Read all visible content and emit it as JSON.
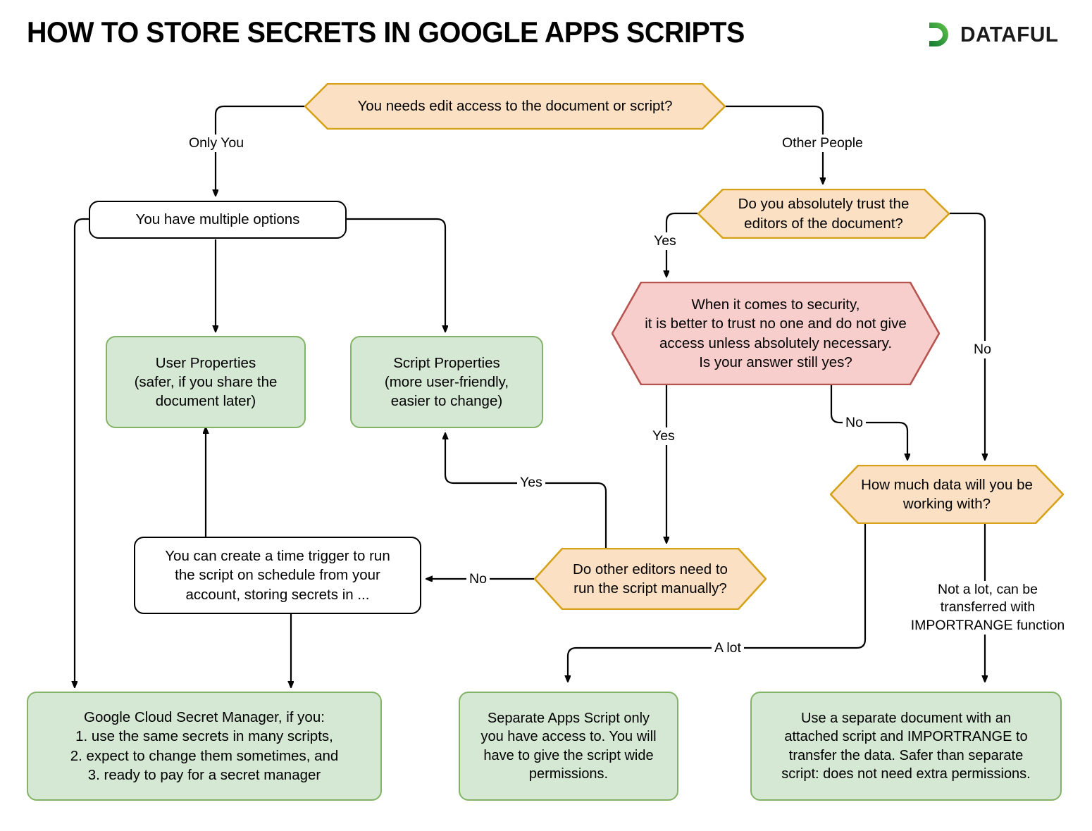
{
  "header": {
    "title": "HOW TO STORE SECRETS IN GOOGLE APPS SCRIPTS",
    "logo_text": "DATAFUL",
    "logo_icon": "dataful-d-mark-icon",
    "logo_color_start": "#4caf3f",
    "logo_color_end": "#0f7a34"
  },
  "theme": {
    "hex_fill": "#fbe0c3",
    "hex_stroke": "#d6a21a",
    "warn_fill": "#f8cecc",
    "warn_stroke": "#b85450",
    "green_fill": "#d5e8d4",
    "green_stroke": "#82b366",
    "rect_fill": "#ffffff",
    "rect_stroke": "#000000",
    "edge_color": "#000000"
  },
  "chart_data": {
    "type": "diagram",
    "title": "HOW TO STORE SECRETS IN GOOGLE APPS SCRIPTS",
    "nodes": [
      {
        "id": "q_access",
        "shape": "hexagon",
        "style": "decision",
        "text": "You needs edit access to the document or script?"
      },
      {
        "id": "multi",
        "shape": "rounded",
        "style": "process",
        "text": "You have multiple options"
      },
      {
        "id": "user_props",
        "shape": "rounded",
        "style": "outcome",
        "text": "User Properties\n(safer, if you share the\ndocument later)"
      },
      {
        "id": "script_props",
        "shape": "rounded",
        "style": "outcome",
        "text": "Script Properties\n(more user-friendly,\neasier to change)"
      },
      {
        "id": "time_trigger",
        "shape": "rounded",
        "style": "process",
        "text": "You can create a time trigger to run\nthe script on schedule from your\naccount, storing secrets in ..."
      },
      {
        "id": "gcsm",
        "shape": "rounded",
        "style": "outcome",
        "text": "Google Cloud Secret Manager, if you:\n1. use the same secrets in many scripts,\n2. expect to change them sometimes, and\n3. ready to pay for a secret manager"
      },
      {
        "id": "q_trust",
        "shape": "hexagon",
        "style": "decision",
        "text": "Do you absolutely trust the\neditors of the document?"
      },
      {
        "id": "warn_trust",
        "shape": "hexagon",
        "style": "warning",
        "text": "When it comes to security,\nit is better to trust no one and do not give\naccess unless absolutely necessary.\nIs your answer still yes?"
      },
      {
        "id": "q_manual",
        "shape": "hexagon",
        "style": "decision",
        "text": "Do other editors need to\nrun the script manually?"
      },
      {
        "id": "q_data",
        "shape": "hexagon",
        "style": "decision",
        "text": "How much data will you be\nworking with?"
      },
      {
        "id": "sep_script",
        "shape": "rounded",
        "style": "outcome",
        "text": "Separate Apps Script only\nyou have access to.  You will\nhave to give the script wide\npermissions."
      },
      {
        "id": "sep_doc",
        "shape": "rounded",
        "style": "outcome",
        "text": "Use a separate document with an\nattached script and IMPORTRANGE to\ntransfer the data.  Safer than separate\nscript: does not need extra permissions."
      }
    ],
    "edges": [
      {
        "from": "q_access",
        "to": "multi",
        "label": "Only You"
      },
      {
        "from": "q_access",
        "to": "q_trust",
        "label": "Other People"
      },
      {
        "from": "multi",
        "to": "user_props",
        "label": ""
      },
      {
        "from": "multi",
        "to": "script_props",
        "label": ""
      },
      {
        "from": "multi",
        "to": "gcsm",
        "label": ""
      },
      {
        "from": "time_trigger",
        "to": "user_props",
        "label": ""
      },
      {
        "from": "time_trigger",
        "to": "gcsm",
        "label": ""
      },
      {
        "from": "q_trust",
        "to": "warn_trust",
        "label": "Yes"
      },
      {
        "from": "q_trust",
        "to": "q_data",
        "label": "No"
      },
      {
        "from": "warn_trust",
        "to": "q_manual",
        "label": "Yes"
      },
      {
        "from": "warn_trust",
        "to": "q_data",
        "label": "No"
      },
      {
        "from": "q_manual",
        "to": "script_props",
        "label": "Yes"
      },
      {
        "from": "q_manual",
        "to": "time_trigger",
        "label": "No"
      },
      {
        "from": "q_data",
        "to": "sep_script",
        "label": "A lot"
      },
      {
        "from": "q_data",
        "to": "sep_doc",
        "label": "Not a lot, can be\ntransferred with\nIMPORTRANGE function"
      }
    ]
  },
  "nodes": {
    "q_access": {
      "text": "You needs edit access to the document or script?"
    },
    "multi": {
      "text": "You have multiple options"
    },
    "user_props": {
      "text": "User Properties\n(safer, if you share the\ndocument later)"
    },
    "script_props": {
      "text": "Script Properties\n(more user-friendly,\neasier to change)"
    },
    "time_trigger": {
      "text": "You can create a time trigger to run\nthe script on schedule from your\naccount, storing secrets in ..."
    },
    "gcsm": {
      "text": "Google Cloud Secret Manager, if you:\n1. use the same secrets in many scripts,\n2. expect to change them sometimes, and\n3. ready to pay for a secret manager"
    },
    "q_trust": {
      "text": "Do you absolutely trust the\neditors of the document?"
    },
    "warn_trust": {
      "text": "When it comes to security,\nit is better to trust no one and do not give\naccess unless absolutely necessary.\nIs your answer still yes?"
    },
    "q_manual": {
      "text": "Do other editors need to\nrun the script manually?"
    },
    "q_data": {
      "text": "How much data will you be\nworking with?"
    },
    "sep_script": {
      "text": "Separate Apps Script only\nyou have access to.  You will\nhave to give the script wide\npermissions."
    },
    "sep_doc": {
      "text": "Use a separate document with an\nattached script and IMPORTRANGE to\ntransfer the data.  Safer than separate\nscript: does not need extra permissions."
    }
  },
  "edge_labels": {
    "only_you": "Only You",
    "other_people": "Other People",
    "trust_yes": "Yes",
    "trust_no": "No",
    "warn_yes": "Yes",
    "warn_no": "No",
    "manual_yes": "Yes",
    "manual_no": "No",
    "data_a_lot": "A lot",
    "data_not_a_lot": "Not a lot, can be\ntransferred with\nIMPORTRANGE function"
  }
}
